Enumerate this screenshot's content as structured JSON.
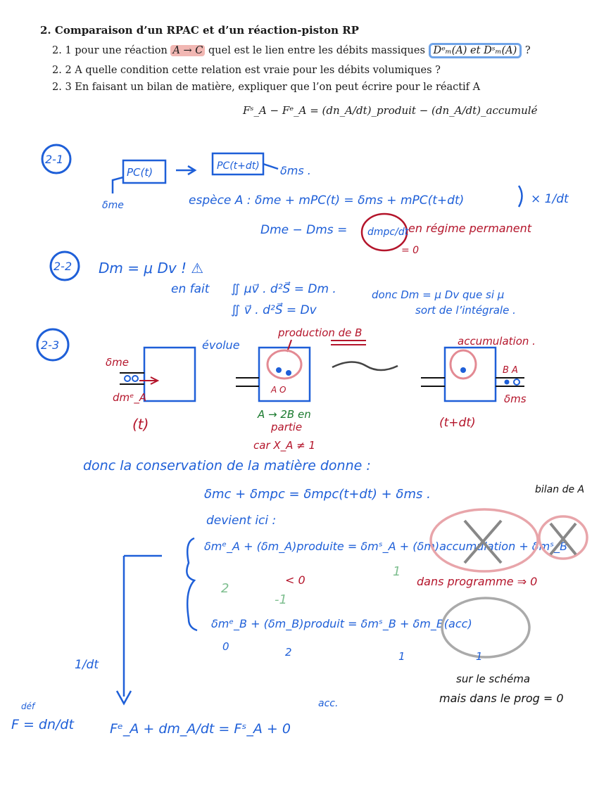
{
  "printed": {
    "heading": "2. Comparaison d’un RPAC et d’un réaction-piston RP",
    "q1": {
      "prefix": "2. 1  pour une réaction ",
      "reaction": "A → C",
      "middle": " quel est le lien entre les débits massiques ",
      "flows": "Dᵉₘ(A) et Dˢₘ(A)",
      "suffix": " ?"
    },
    "q2": "2. 2  A quelle condition cette relation est vraie pour les débits volumiques ?",
    "q3": "2. 3  En faisant un bilan de matière, expliquer que l’on peut écrire pour le réactif A",
    "equation": "Fˢ_A − Fᵉ_A = (dn_A/dt)_produit − (dn_A/dt)_accumulé"
  },
  "notes": {
    "label_2_1": "2-1",
    "pc_t": "PC(t)",
    "pc_tdt": "PC(t+dt)",
    "sms": "δms .",
    "sme": "δme",
    "espece": "espèce A :  δme + mPC(t) = δms + mPC(t+dt)",
    "times": "× 1/dt",
    "dm_line": "Dme − Dms = ",
    "dmpc": "dmpc/dt",
    "regime": "en régime permanent",
    "zero_a": "= 0",
    "label_2_2": "2-2",
    "dm_rho": "Dm = μ Dv ! ⚠",
    "en_fait": "en fait",
    "integral1": "∬ μv⃗ . d²S⃗  = Dm .",
    "integral2": "∬ v⃗ . d²S⃗  = Dv",
    "donc1": "donc Dm = μ Dv  que si μ",
    "donc2": "sort de l’intégrale .",
    "label_2_3": "2-3",
    "evolue": "évolue",
    "production": "production de B",
    "accumulation": "accumulation .",
    "sme2": "δme",
    "dmA_e": "dmᵉ_A",
    "t_label": "(t)",
    "tdt_label": "(t+dt)",
    "sms2": "δms",
    "BA": "B A",
    "a2b": "A → 2B en",
    "partie": "partie",
    "car": "car X_A ≠ 1",
    "conservation": "donc la conservation de la matière donne :",
    "line_c": "δmc + δmpc  =  δmpc(t+dt) + δms .",
    "devient": "devient ici :",
    "bilan": "bilan de A",
    "eqA": "δmᵉ_A + (δm_A)produite  =  δmˢ_A + (δm)accumulation + δmˢ_B",
    "lt0": "< 0",
    "g2": "2",
    "gm1": "-1",
    "g1": "1",
    "dans_prog": "dans programme ⇒ 0",
    "eqB": "δmᵉ_B + (δm_B)produit  =  δmˢ_B  +  δm_B(acc)",
    "z0": "0",
    "n2": "2",
    "n1a": "1",
    "n1b": "1",
    "frac": "1/dt",
    "schema1": "sur le schéma",
    "schema2": "mais dans le prog = 0",
    "def": "déf",
    "f_def": "F = dn/dt",
    "final": "Fᵉ_A  +  dm_A/dt  =  Fˢ_A  +  0",
    "acc": "acc."
  }
}
